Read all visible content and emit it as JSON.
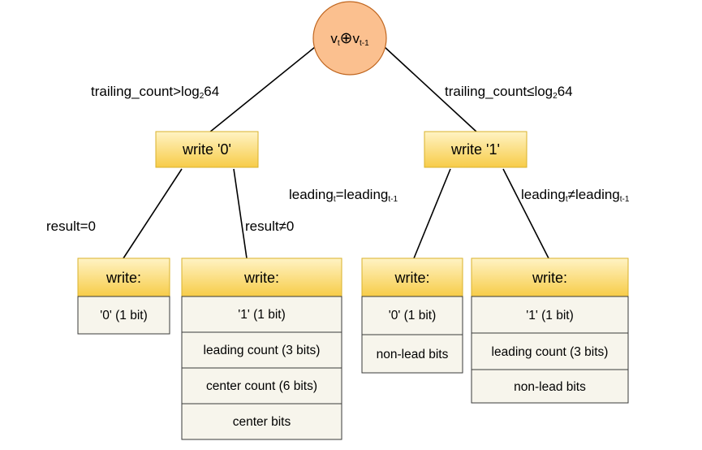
{
  "root": {
    "var": "v",
    "sub_t": "t",
    "op": "⊕",
    "sub_t1": "t-1",
    "fill": "#fbc08f",
    "stroke": "#c0661f"
  },
  "edge_labels": {
    "left_top": {
      "main": "trailing_count>log",
      "sub": "2",
      "tail": "64"
    },
    "right_top": {
      "main": "trailing_count≤log",
      "sub": "2",
      "tail": "64"
    },
    "result_zero": "result=0",
    "result_nonzero": "result≠0",
    "lead_equal": {
      "a": "leading",
      "asub": "t",
      "b": "=leading",
      "bsub": "t-1"
    },
    "lead_notequal": {
      "a": "leading",
      "asub": "t",
      "b": "≠leading",
      "bsub": "t-1"
    }
  },
  "write0": {
    "label": "write '0'"
  },
  "write1": {
    "label": "write '1'"
  },
  "tables": {
    "t1": {
      "header": "write:",
      "rows": [
        "'0' (1 bit)"
      ]
    },
    "t2": {
      "header": "write:",
      "rows": [
        "'1' (1 bit)",
        "leading count (3 bits)",
        "center count (6 bits)",
        "center bits"
      ]
    },
    "t3": {
      "header": "write:",
      "rows": [
        "'0' (1 bit)",
        "non-lead bits"
      ]
    },
    "t4": {
      "header": "write:",
      "rows": [
        "'1' (1 bit)",
        "leading count (3 bits)",
        "non-lead bits"
      ]
    }
  },
  "colors": {
    "header_top": "#fff3c4",
    "header_bottom": "#f7cc48",
    "row_fill": "#f7f5ec"
  }
}
